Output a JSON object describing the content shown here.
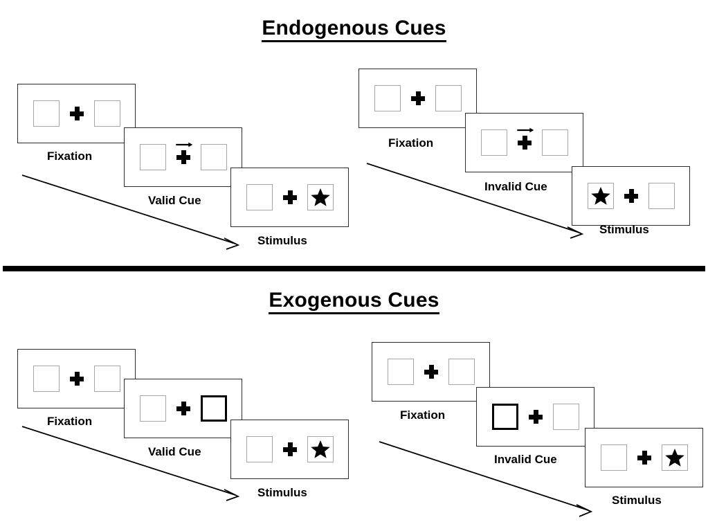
{
  "figure": {
    "type": "diagram",
    "description": "Posner spatial cueing paradigm trial sequences"
  },
  "sections": [
    {
      "id": "endogenous",
      "title": "Endogenous Cues",
      "cue_type": "central-arrow",
      "conditions": [
        {
          "id": "endogenous-valid",
          "cue_validity": "Valid Cue",
          "steps": [
            {
              "label": "Fixation",
              "left_box": "empty",
              "right_box": "empty",
              "center": "plus",
              "cue_direction": "none"
            },
            {
              "label": "Valid Cue",
              "left_box": "empty",
              "right_box": "empty",
              "center": "plus-with-arrow",
              "cue_direction": "right"
            },
            {
              "label": "Stimulus",
              "left_box": "empty",
              "right_box": "star",
              "center": "plus",
              "cue_direction": "none"
            }
          ]
        },
        {
          "id": "endogenous-invalid",
          "cue_validity": "Invalid Cue",
          "steps": [
            {
              "label": "Fixation",
              "left_box": "empty",
              "right_box": "empty",
              "center": "plus",
              "cue_direction": "none"
            },
            {
              "label": "Invalid Cue",
              "left_box": "empty",
              "right_box": "empty",
              "center": "plus-with-arrow",
              "cue_direction": "right"
            },
            {
              "label": "Stimulus",
              "left_box": "star",
              "right_box": "empty",
              "center": "plus",
              "cue_direction": "none"
            }
          ]
        }
      ]
    },
    {
      "id": "exogenous",
      "title": "Exogenous Cues",
      "cue_type": "peripheral-box-flash",
      "conditions": [
        {
          "id": "exogenous-valid",
          "cue_validity": "Valid Cue",
          "steps": [
            {
              "label": "Fixation",
              "left_box": "empty",
              "right_box": "empty",
              "center": "plus",
              "cue_direction": "none"
            },
            {
              "label": "Valid Cue",
              "left_box": "empty",
              "right_box": "cued",
              "center": "plus",
              "cue_direction": "none"
            },
            {
              "label": "Stimulus",
              "left_box": "empty",
              "right_box": "star",
              "center": "plus",
              "cue_direction": "none"
            }
          ]
        },
        {
          "id": "exogenous-invalid",
          "cue_validity": "Invalid Cue",
          "steps": [
            {
              "label": "Fixation",
              "left_box": "empty",
              "right_box": "empty",
              "center": "plus",
              "cue_direction": "none"
            },
            {
              "label": "Invalid Cue",
              "left_box": "cued",
              "right_box": "empty",
              "center": "plus",
              "cue_direction": "none"
            },
            {
              "label": "Stimulus",
              "left_box": "empty",
              "right_box": "star",
              "center": "plus",
              "cue_direction": "none"
            }
          ]
        }
      ]
    }
  ],
  "labels": {
    "fixation": "Fixation",
    "valid_cue": "Valid Cue",
    "invalid_cue": "Invalid Cue",
    "stimulus": "Stimulus"
  },
  "colors": {
    "background": "#ffffff",
    "frame_border": "#2b2b2b",
    "placeholder_border": "#a6a6a6",
    "cued_border": "#000000",
    "text": "#000000",
    "divider": "#000000"
  }
}
